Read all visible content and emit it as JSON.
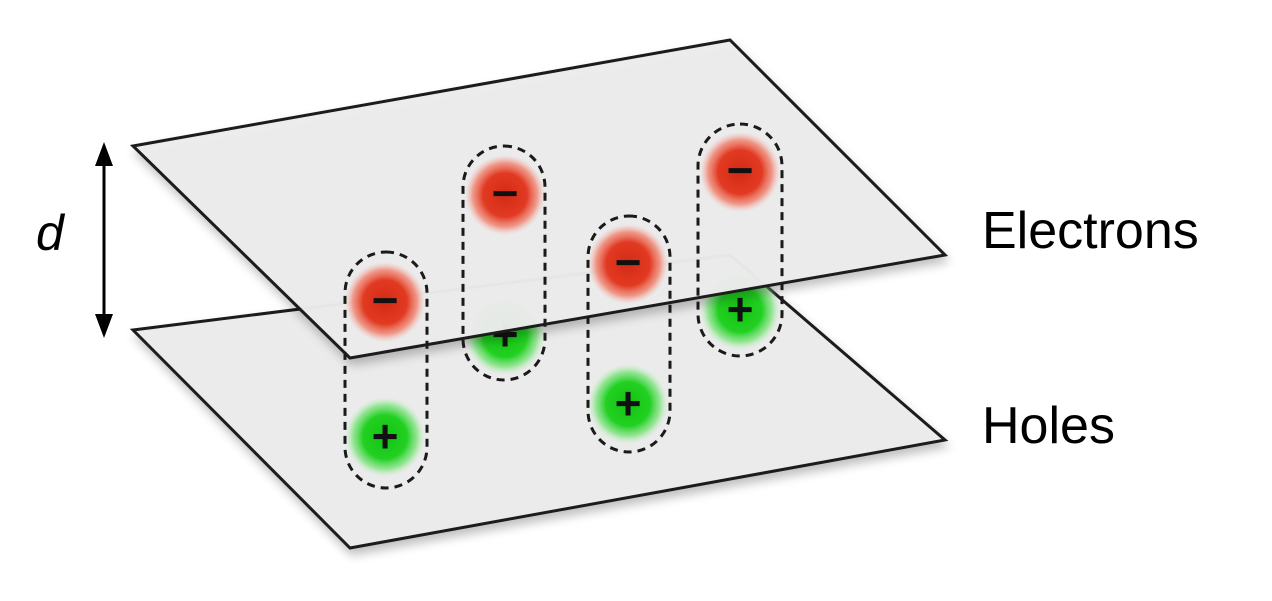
{
  "labels": {
    "top_layer": "Electrons",
    "bottom_layer": "Holes",
    "separation": "d"
  },
  "charges": {
    "electron_symbol": "−",
    "hole_symbol": "+"
  },
  "colors": {
    "electron": "#e0301e",
    "hole": "#1ccd1c",
    "plane_fill": "#ebebeb",
    "plane_stroke": "#1a1a1a",
    "exciton_outline": "#1a1a1a"
  },
  "exciton_count": 4
}
